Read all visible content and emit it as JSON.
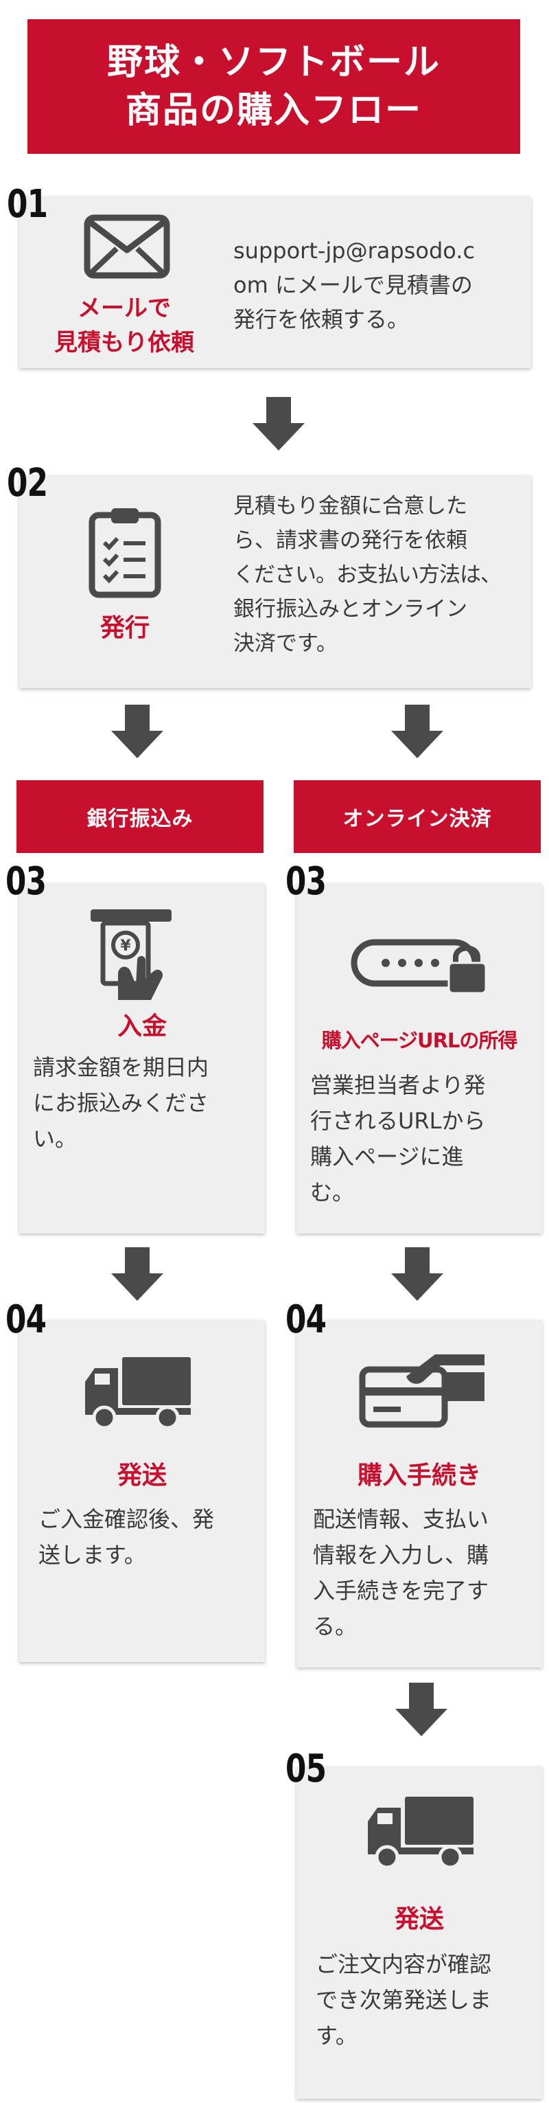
{
  "title": {
    "line1": "野球・ソフトボール",
    "line2": "商品の購入フロー"
  },
  "steps": {
    "s01": {
      "num": "01",
      "label_line1": "メールで",
      "label_line2": "見積もり依頼",
      "text_line1": "support-jp@rapsodo.c",
      "text_line2": "om にメールで見積書の",
      "text_line3": "発行を依頼する。",
      "icon": "mail-icon"
    },
    "s02": {
      "num": "02",
      "label": "発行",
      "text_line1": "見積もり金額に合意した",
      "text_line2": "ら、請求書の発行を依頼",
      "text_line3": "ください。お支払い方法は、",
      "text_line4": "銀行振込みとオンライン",
      "text_line5": "決済です。",
      "icon": "clipboard-icon"
    },
    "branches": {
      "left": "銀行振込み",
      "right": "オンライン決済"
    },
    "s03_left": {
      "num": "03",
      "label": "入金",
      "text_line1": "請求金額を期日内",
      "text_line2": "にお振込みくださ",
      "text_line3": "い。",
      "icon": "atm-card-icon"
    },
    "s03_right": {
      "num": "03",
      "label": "購入ページURLの所得",
      "text_line1": "営業担当者より発",
      "text_line2": "行されるURLから",
      "text_line3": "購入ページに進",
      "text_line4": "む。",
      "icon": "password-lock-icon"
    },
    "s04_left": {
      "num": "04",
      "label": "発送",
      "text_line1": "ご入金確認後、発",
      "text_line2": "送します。",
      "icon": "truck-icon"
    },
    "s04_right": {
      "num": "04",
      "label": "購入手続き",
      "text_line1": "配送情報、支払い",
      "text_line2": "情報を入力し、購",
      "text_line3": "入手続きを完了す",
      "text_line4": "る。",
      "icon": "hand-card-icon"
    },
    "s05": {
      "num": "05",
      "label": "発送",
      "text_line1": "ご注文内容が確認",
      "text_line2": "でき次第発送しま",
      "text_line3": "す。",
      "icon": "truck-icon"
    }
  },
  "colors": {
    "accent": "#c8102e",
    "box": "#efefef",
    "icon": "#4a4a4a",
    "number": "#111111"
  }
}
